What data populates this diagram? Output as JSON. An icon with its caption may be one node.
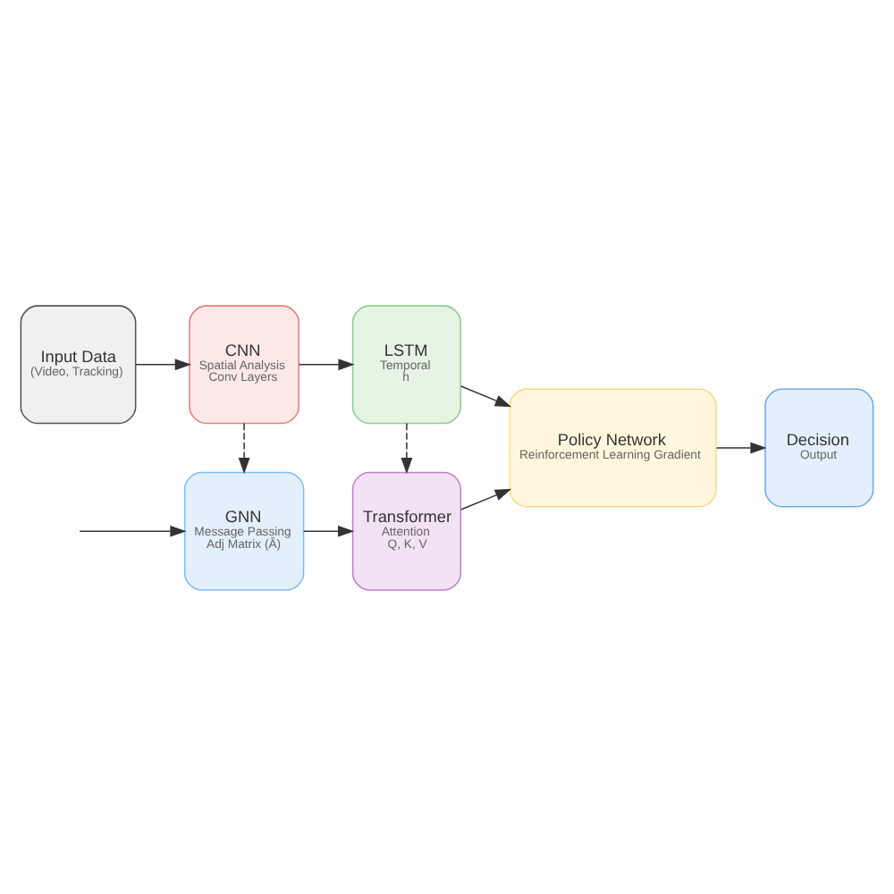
{
  "diagram": {
    "nodes": [
      {
        "text": [
          "Input Data",
          "(Video, Tracking)"
        ]
      },
      {
        "text": [
          "CNN",
          "Spatial Analysis",
          "Conv Layers"
        ]
      },
      {
        "text": [
          "LSTM",
          "Temporal",
          "h"
        ]
      },
      {
        "text": [
          "GNN",
          "Message Passing",
          "Adj Matrix (Â)"
        ]
      },
      {
        "text": [
          "Transformer",
          "Attention",
          "Q, K, V"
        ]
      },
      {
        "text": [
          "Policy Network",
          "Reinforcement Learning Gradient"
        ]
      },
      {
        "text": [
          "Decision",
          "Output"
        ]
      }
    ],
    "edges": [
      {
        "from": 0,
        "to": 1,
        "arrow": "to"
      },
      {
        "from": 1,
        "to": 2,
        "arrow": "to"
      },
      {
        "from": 1,
        "to": 3,
        "arrow": "to",
        "style": "dashed"
      },
      {
        "from": 2,
        "to": 4,
        "arrow": "to",
        "style": "dashed"
      },
      {
        "from": null,
        "to": 3,
        "arrow": "to"
      },
      {
        "from": 3,
        "to": 4,
        "arrow": "to"
      },
      {
        "from": 2,
        "to": 5,
        "arrow": "to"
      },
      {
        "from": 4,
        "to": 5,
        "arrow": "to"
      },
      {
        "from": 5,
        "to": 6,
        "arrow": "to"
      }
    ]
  }
}
